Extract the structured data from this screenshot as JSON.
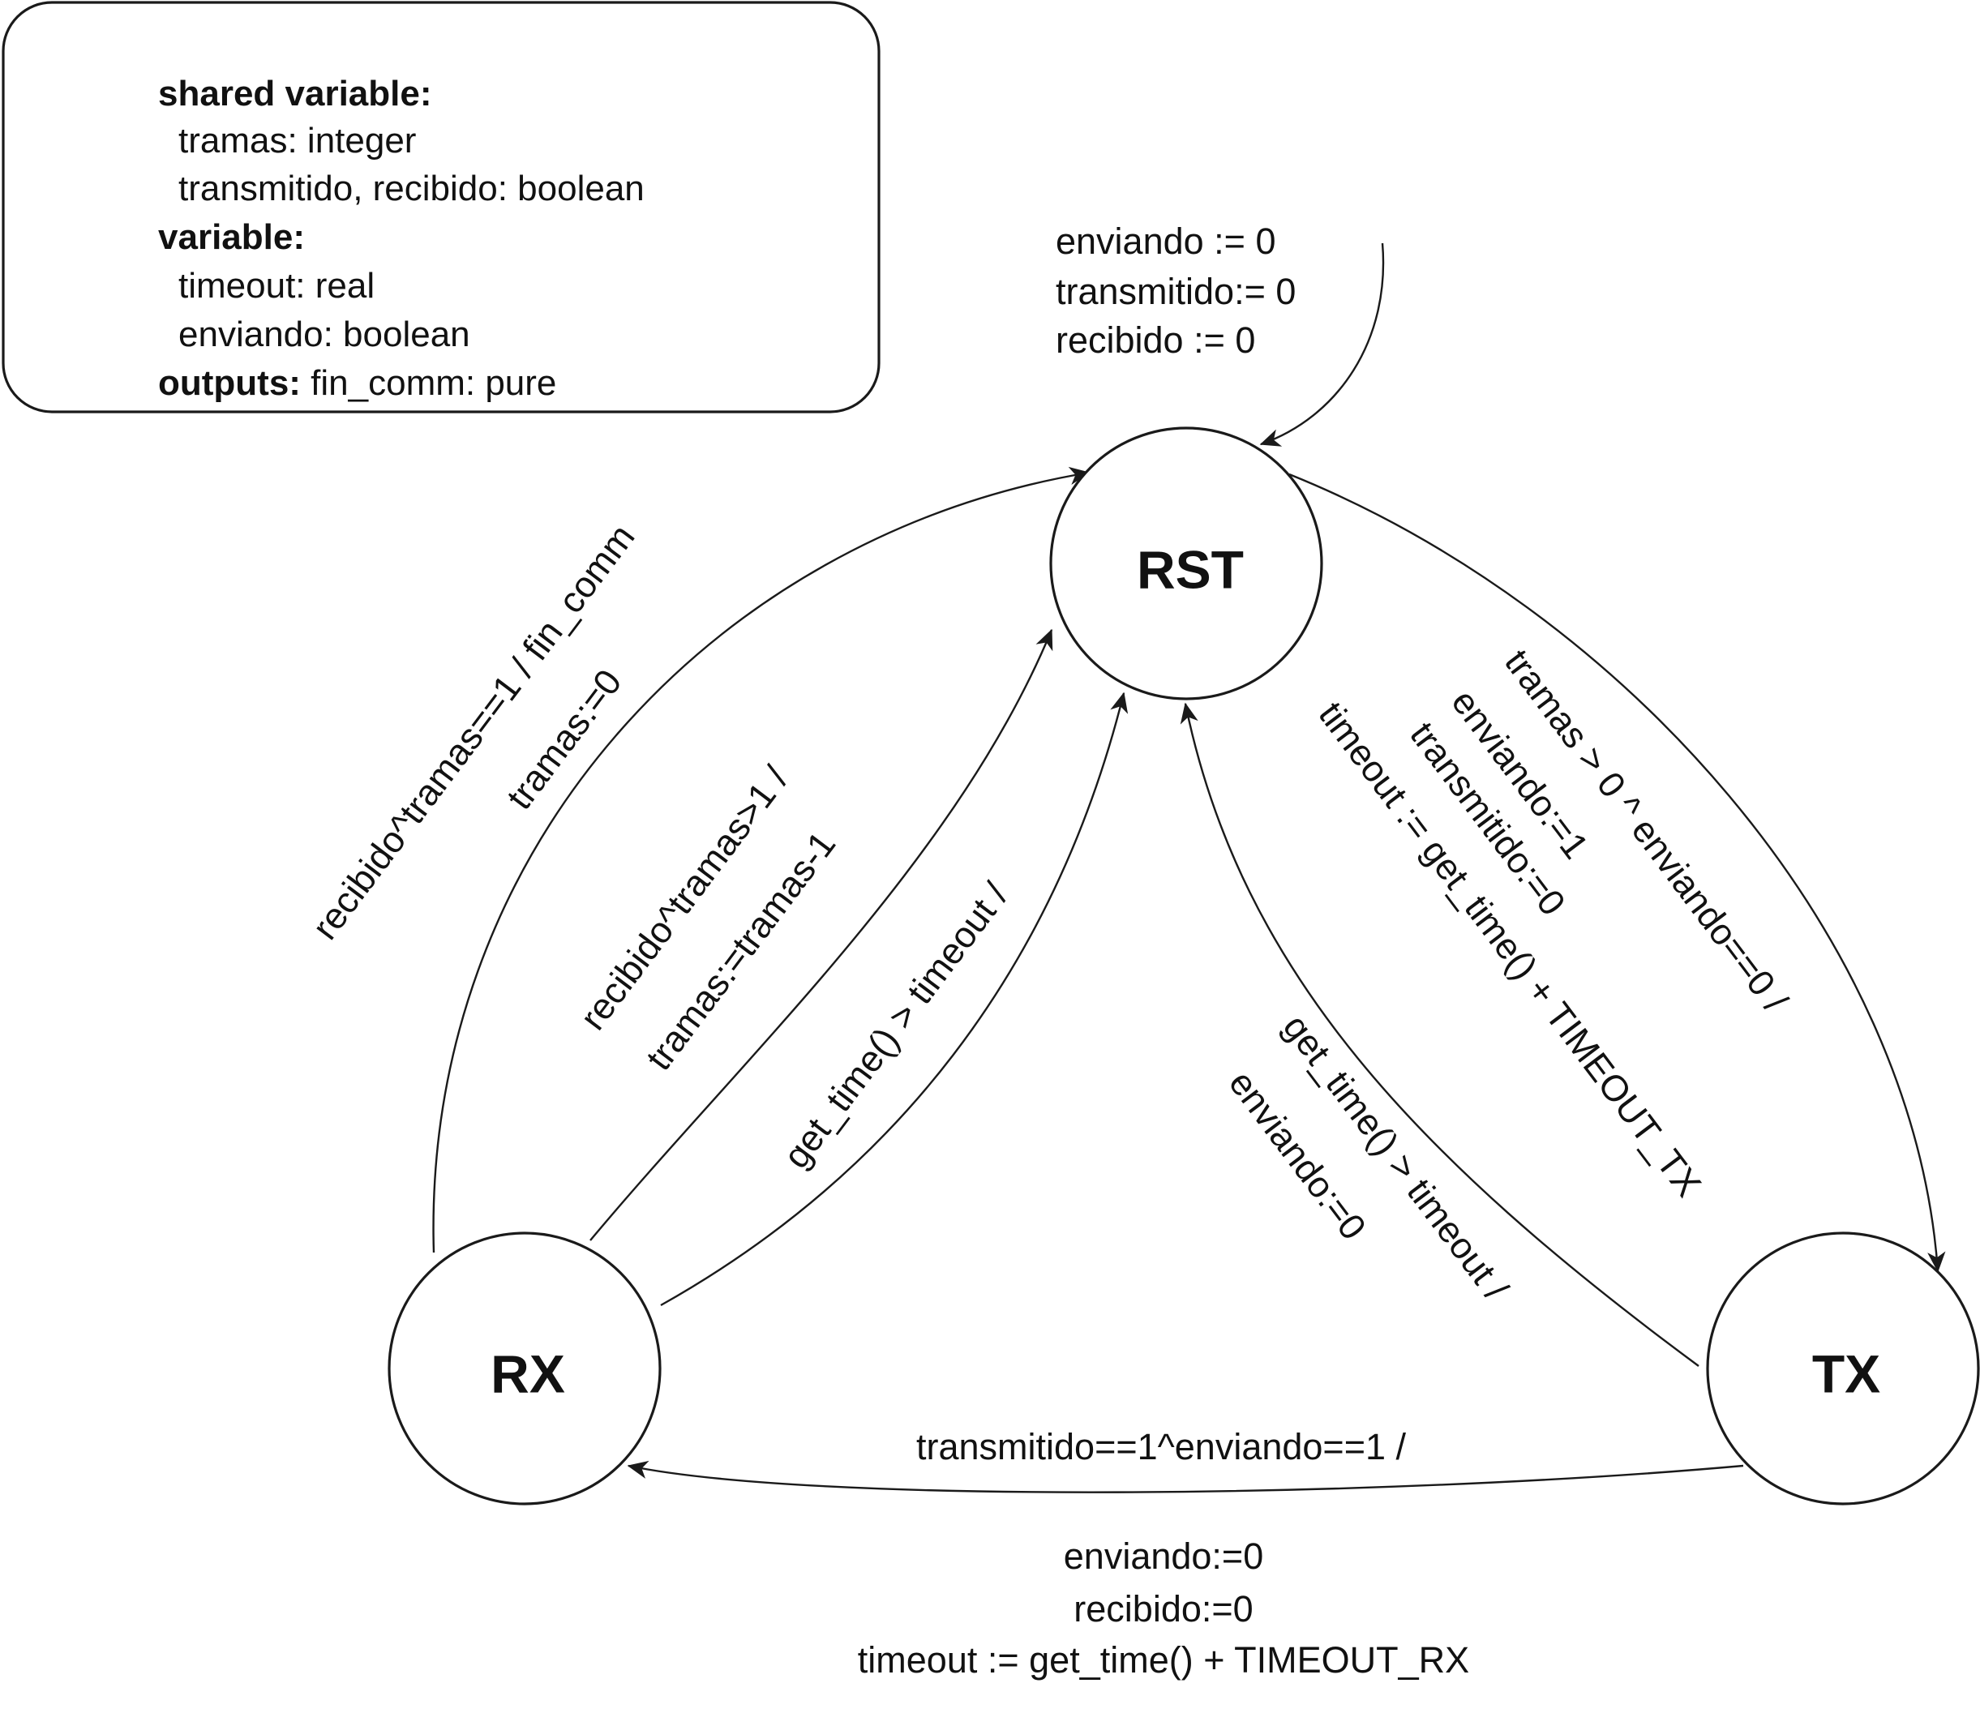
{
  "declarations": {
    "lines": [
      {
        "bold": "shared variable:",
        "text": ""
      },
      {
        "bold": "",
        "text": "tramas: integer"
      },
      {
        "bold": "",
        "text": "transmitido, recibido: boolean"
      },
      {
        "bold": "variable:",
        "text": ""
      },
      {
        "bold": "",
        "text": "timeout: real"
      },
      {
        "bold": "",
        "text": "enviando: boolean"
      },
      {
        "bold": "outputs:",
        "text": " fin_comm: pure"
      }
    ]
  },
  "states": {
    "rst": "RST",
    "rx": "RX",
    "tx": "TX"
  },
  "initial": {
    "lines": [
      "enviando := 0",
      "transmitido:= 0",
      "recibido := 0"
    ]
  },
  "transitions": {
    "rx_rst_outer": [
      "recibido^tramas==1 / fin_comm",
      "tramas:=0"
    ],
    "rx_rst_middle": [
      "recibido^tramas>1 /",
      "tramas:=tramas-1"
    ],
    "rx_rst_inner": [
      "get_time() > timeout  /"
    ],
    "rst_tx_outer": [
      "tramas > 0 ^ enviando==0 /"
    ],
    "rst_tx_actions": [
      "enviando:=1",
      "transmitido:=0",
      "timeout := get_time() + TIMEOUT_TX"
    ],
    "tx_rst_inner": [
      "get_time() > timeout  /",
      "enviando:=0"
    ],
    "tx_rx": [
      "transmitido==1^enviando==1 /"
    ],
    "tx_rx_actions": [
      "enviando:=0",
      "recibido:=0",
      "timeout := get_time() + TIMEOUT_RX"
    ]
  }
}
